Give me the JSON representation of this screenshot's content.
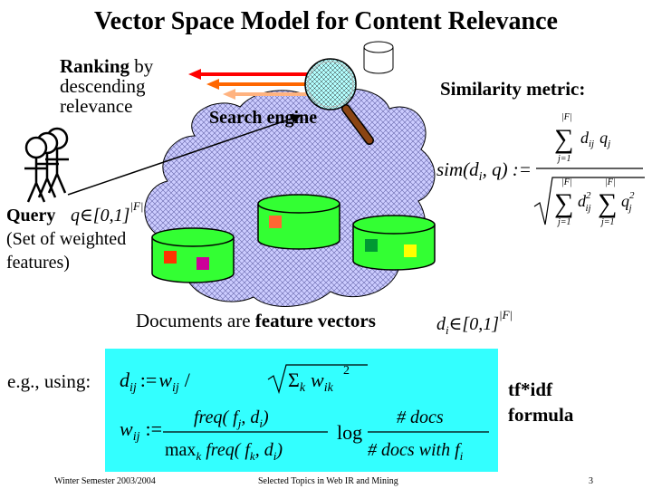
{
  "slide": {
    "title": "Vector Space Model for Content Relevance",
    "ranking_bold": "Ranking",
    "ranking_rest": " by",
    "ranking_line2": "descending",
    "ranking_line3": "relevance",
    "similarity_title": "Similarity metric:",
    "search_engine": "Search engine",
    "query_bold": "Query",
    "query_line2": "(Set of weighted",
    "query_line3": "features)",
    "documents_pre": "Documents are ",
    "documents_bold": "feature vectors",
    "eg": "e.g., using:",
    "tfidf_line1": "tf*idf",
    "tfidf_line2": "formula"
  },
  "math": {
    "query_vec": "q∈[0,1]",
    "query_exp": "|F|",
    "doc_vec": "d",
    "doc_sub": "i",
    "doc_rest": "∈[0,1]",
    "doc_exp": "|F|",
    "sim_lhs": "sim(d",
    "sim_lhs_sub": "i",
    "sim_lhs_rest": ", q) :=",
    "sum_top": "|F|",
    "sum_bottom": "j=1",
    "dij": "d",
    "dij_sub": "ij",
    "qj": "q",
    "qj_sub": "j",
    "sq": "2",
    "dij_def": "d",
    "dij_def_sub": "ij",
    "assign": ":=",
    "wij": "w",
    "wij_sub": "ij",
    "slash": "/",
    "sum_k": "Σ",
    "k": "k",
    "wik": "w",
    "wik_sub": "ik",
    "wik_sup": "2",
    "freq_num": "freq( f",
    "freq_num_sub": "j",
    "freq_num_rest": ", d",
    "freq_num_sub2": "i",
    "freq_num_end": ")",
    "max": "max",
    "max_sub": "k",
    "freq_den": " freq( f",
    "freq_den_sub": "k",
    "freq_den_rest": ", d",
    "freq_den_sub2": "i",
    "freq_den_end": ")",
    "log": "log",
    "docs_num": "# docs",
    "docs_den": "# docs with f",
    "docs_den_sub": "i"
  },
  "footer": {
    "left": "Winter Semester 2003/2004",
    "center": "Selected Topics in Web IR and Mining",
    "page": "3"
  },
  "colors": {
    "cloud_fill": "#ccccff",
    "formula_bg": "#33ffff",
    "cylinder_fill": "#33ff33",
    "lens_fill": "#b3ffff",
    "handle": "#8b4513",
    "arrow_red": "#ff0000",
    "arrow_orange": "#ff6600",
    "arrow_peach": "#ffb380",
    "square_orange": "#ff6633",
    "square_green": "#009933",
    "square_yellow": "#ffff00",
    "square_red": "#ff3300",
    "square_magenta": "#cc0099"
  },
  "icons": [
    "database-icon",
    "magnifying-glass-icon",
    "people-icon",
    "document-cylinder-icon"
  ]
}
